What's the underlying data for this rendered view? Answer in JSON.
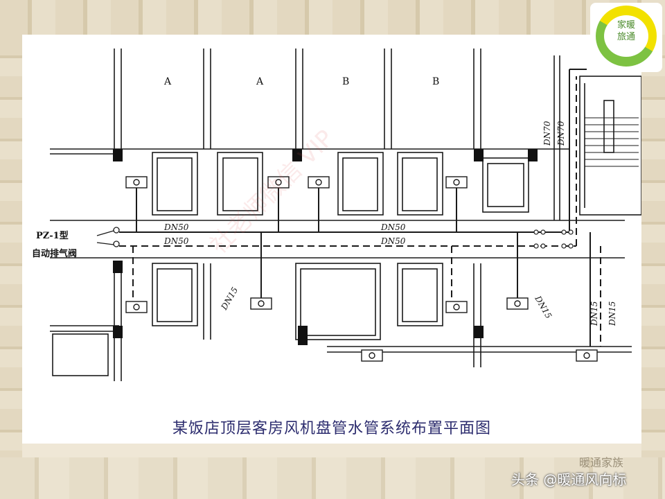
{
  "labels": {
    "room_a1": "A",
    "room_a2": "A",
    "room_b1": "B",
    "room_b2": "B",
    "dn70_a": "DN70",
    "dn70_b": "DN70",
    "dn50_supply": "DN50",
    "dn50_return": "DN50",
    "dn50_supply_right": "DN50",
    "dn50_return_right": "DN50",
    "dn15_left": "DN15",
    "dn15_mid": "DN15",
    "dn15_right_a": "DN15",
    "dn15_right_b": "DN15",
    "valve_model": "PZ-1型",
    "valve_name": "自动排气阀"
  },
  "caption": "某饭店顶层客房风机盘管水管系统布置平面图",
  "logo_text": "家暖\n旅通",
  "watermark": "社老师微信 VIP",
  "footer": "头条 @暖通风向标",
  "footer_ghost": "暖通家族",
  "colors": {
    "line": "#1a1a1a",
    "caption": "#2c2c6e",
    "logo_yellow": "#f2e100",
    "logo_green": "#7dc242"
  }
}
